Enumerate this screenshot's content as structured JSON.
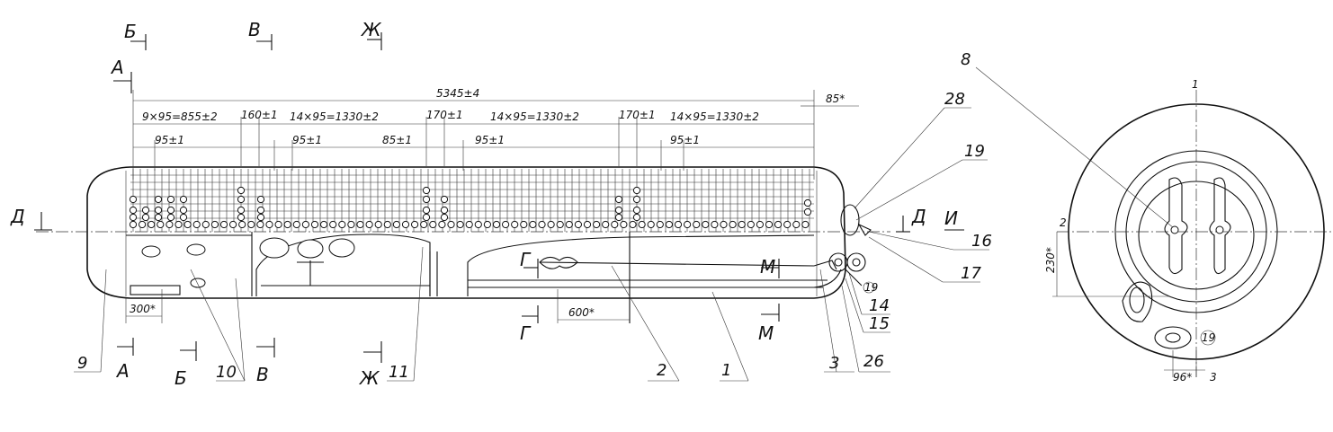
{
  "dimensions": {
    "overall": "5345±4",
    "end_offset": "85*",
    "seg1": "9×95=855±2",
    "seg2": "14×95=1330±2",
    "seg3": "14×95=1330±2",
    "seg4": "14×95=1330±2",
    "gap1": "160±1",
    "gap2": "170±1",
    "gap3": "170±1",
    "pitch1": "95±1",
    "pitch2": "95±1",
    "pitch3": "85±1",
    "pitch4": "95±1",
    "pitch5": "95±1",
    "bottom1": "300*",
    "bottom2": "600*",
    "side_height": "230*",
    "side_offset": "96*"
  },
  "sections": {
    "b_top": "Б",
    "v_top": "В",
    "zh_top": "Ж",
    "a_top": "А",
    "d_left": "Д",
    "d_right": "Д",
    "i_right": "И",
    "g": "Г",
    "m_top": "М",
    "m_bottom": "М",
    "a_bottom": "А",
    "b_bottom": "Б",
    "v_bottom": "В",
    "zh_bottom": "Ж"
  },
  "positions": {
    "p8": "8",
    "p28": "28",
    "p19": "19",
    "p16": "16",
    "p17": "17",
    "p14": "14",
    "p15": "15",
    "p26": "26",
    "p3": "3",
    "p1": "1",
    "p2": "2",
    "p11": "11",
    "p10": "10",
    "p9": "9"
  },
  "side_view": {
    "axis_top": "1",
    "axis_left": "2",
    "axis_bottom": "3",
    "circle_mark": "19"
  },
  "small_marks": {
    "valve_mark": "19"
  }
}
